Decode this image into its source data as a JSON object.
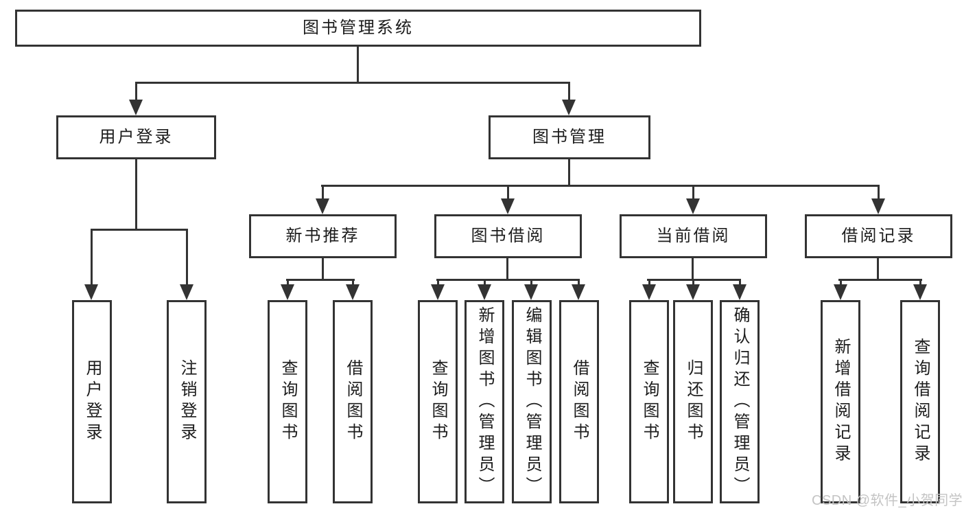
{
  "tree": {
    "root": {
      "label": "图书管理系统"
    },
    "branches": [
      {
        "label": "用户登录",
        "children": [
          {
            "label": "用户登录"
          },
          {
            "label": "注销登录"
          }
        ]
      },
      {
        "label": "图书管理",
        "children": [
          {
            "label": "新书推荐",
            "children": [
              {
                "label": "查询图书"
              },
              {
                "label": "借阅图书"
              }
            ]
          },
          {
            "label": "图书借阅",
            "children": [
              {
                "label": "查询图书"
              },
              {
                "label": "新增图书（管理员）"
              },
              {
                "label": "编辑图书（管理员）"
              },
              {
                "label": "借阅图书"
              }
            ]
          },
          {
            "label": "当前借阅",
            "children": [
              {
                "label": "查询图书"
              },
              {
                "label": "归还图书"
              },
              {
                "label": "确认归还（管理员）"
              }
            ]
          },
          {
            "label": "借阅记录",
            "children": [
              {
                "label": "新增借阅记录"
              },
              {
                "label": "查询借阅记录"
              }
            ]
          }
        ]
      }
    ]
  },
  "watermark": {
    "text": "CSDN @软件_小贺同学",
    "color": "#c4c4c4"
  },
  "colors": {
    "line": "#333333",
    "box_border": "#333333",
    "text": "#1c1c1c",
    "background": "#ffffff"
  }
}
